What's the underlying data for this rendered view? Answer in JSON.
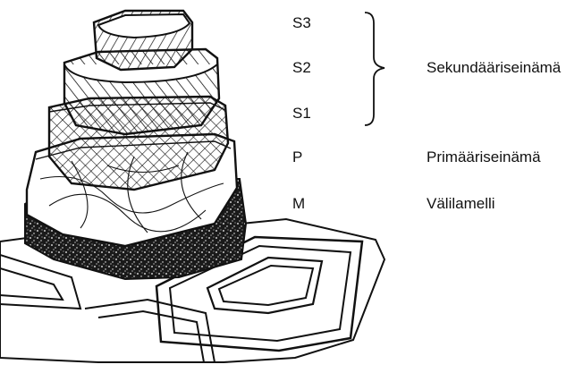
{
  "layers": [
    {
      "code": "S3",
      "description": ""
    },
    {
      "code": "S2",
      "description": ""
    },
    {
      "code": "S1",
      "description": ""
    },
    {
      "code": "P",
      "description": "Primääriseinämä"
    },
    {
      "code": "M",
      "description": "Välilamelli"
    }
  ],
  "secondary_group_label": "Sekundääriseinämä"
}
